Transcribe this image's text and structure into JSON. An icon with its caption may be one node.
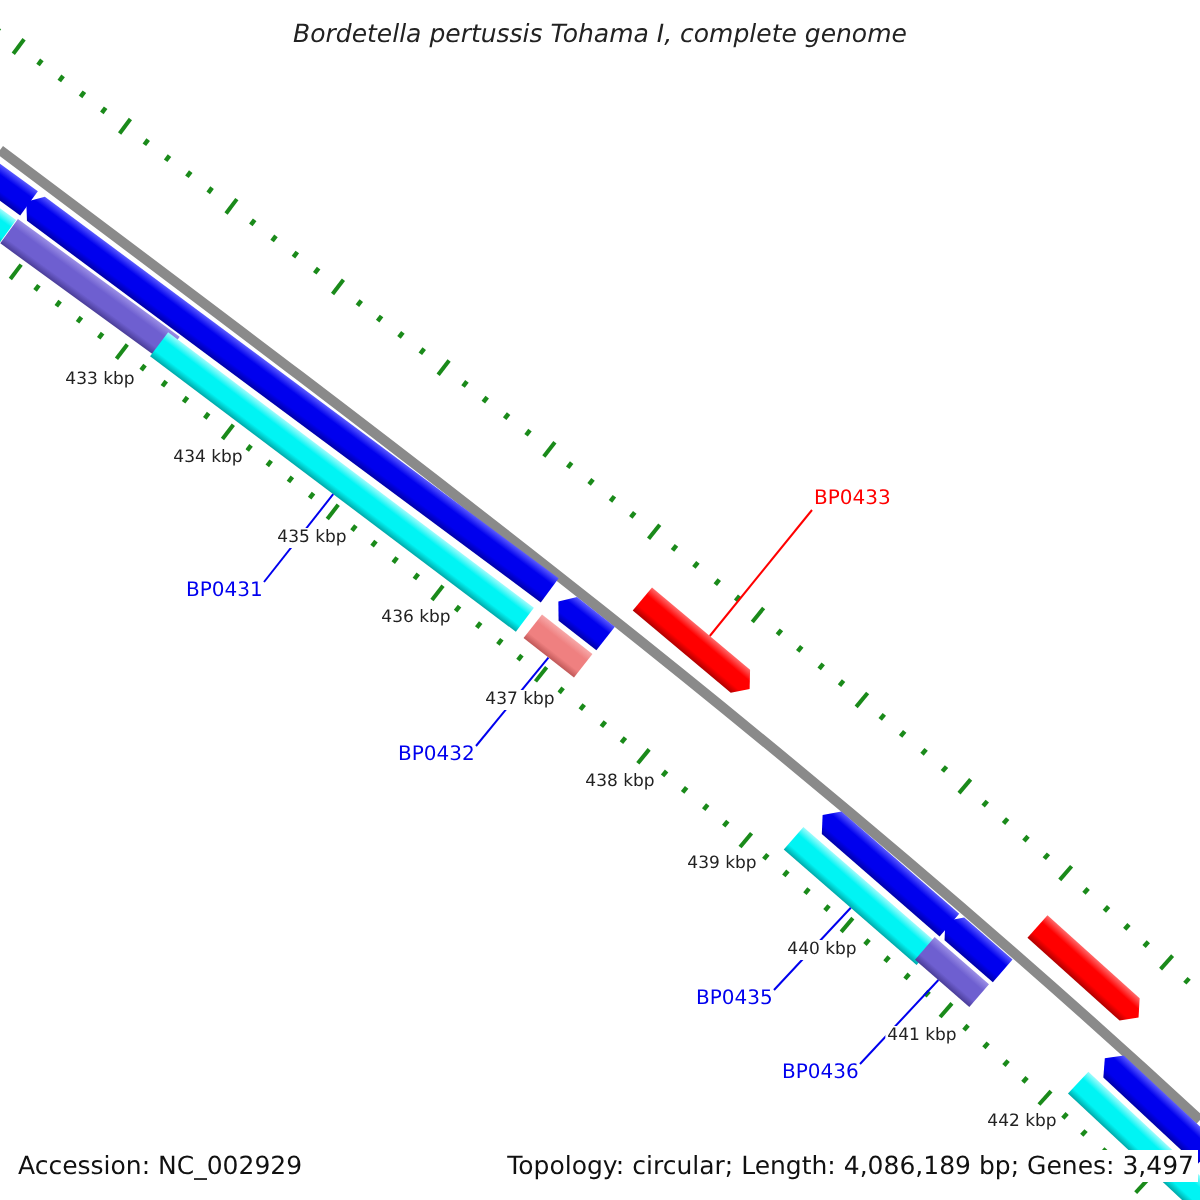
{
  "diagram": {
    "title": "Bordetella pertussis Tohama I, complete genome",
    "nodes": [
      {
        "text": [
          "BP0433"
        ]
      },
      {
        "text": [
          "BP0431"
        ]
      },
      {
        "text": [
          "BP0432"
        ]
      },
      {
        "text": [
          "BP0435"
        ]
      },
      {
        "text": [
          "BP0436"
        ]
      },
      {
        "text": [],
        "shape": "bar"
      },
      {
        "text": [],
        "shape": "bar"
      },
      {
        "text": [],
        "shape": "bar"
      },
      {
        "text": [],
        "shape": "bar"
      },
      {
        "text": [],
        "shape": "bar"
      },
      {
        "text": [],
        "shape": "bar"
      },
      {
        "text": [],
        "shape": "bar"
      },
      {
        "text": [],
        "shape": "bar"
      },
      {
        "text": [],
        "shape": "bar"
      },
      {
        "text": [],
        "shape": "bar"
      },
      {
        "text": [],
        "shape": "bar"
      },
      {
        "text": [],
        "shape": "bar"
      },
      {
        "text": [],
        "shape": "bar"
      },
      {
        "text": [],
        "shape": "bar"
      },
      {
        "text": [],
        "shape": "bar"
      }
    ],
    "edges": [
      {
        "from": 0,
        "to": 12,
        "arrow": "none",
        "color": "#ff0000"
      },
      {
        "from": 1,
        "to": 9,
        "arrow": "none"
      },
      {
        "from": 2,
        "to": 10,
        "arrow": "none"
      },
      {
        "from": 3,
        "to": 13,
        "arrow": "none"
      },
      {
        "from": 4,
        "to": 15,
        "arrow": "none"
      }
    ],
    "labels": [
      "433 kbp",
      "434 kbp",
      "435 kbp",
      "436 kbp",
      "437 kbp",
      "438 kbp",
      "439 kbp",
      "440 kbp",
      "441 kbp",
      "442 kbp",
      "Accession: NC_002929",
      "Topology: circular; Length: 4,086,189 bp; Genes: 3,497"
    ]
  }
}
